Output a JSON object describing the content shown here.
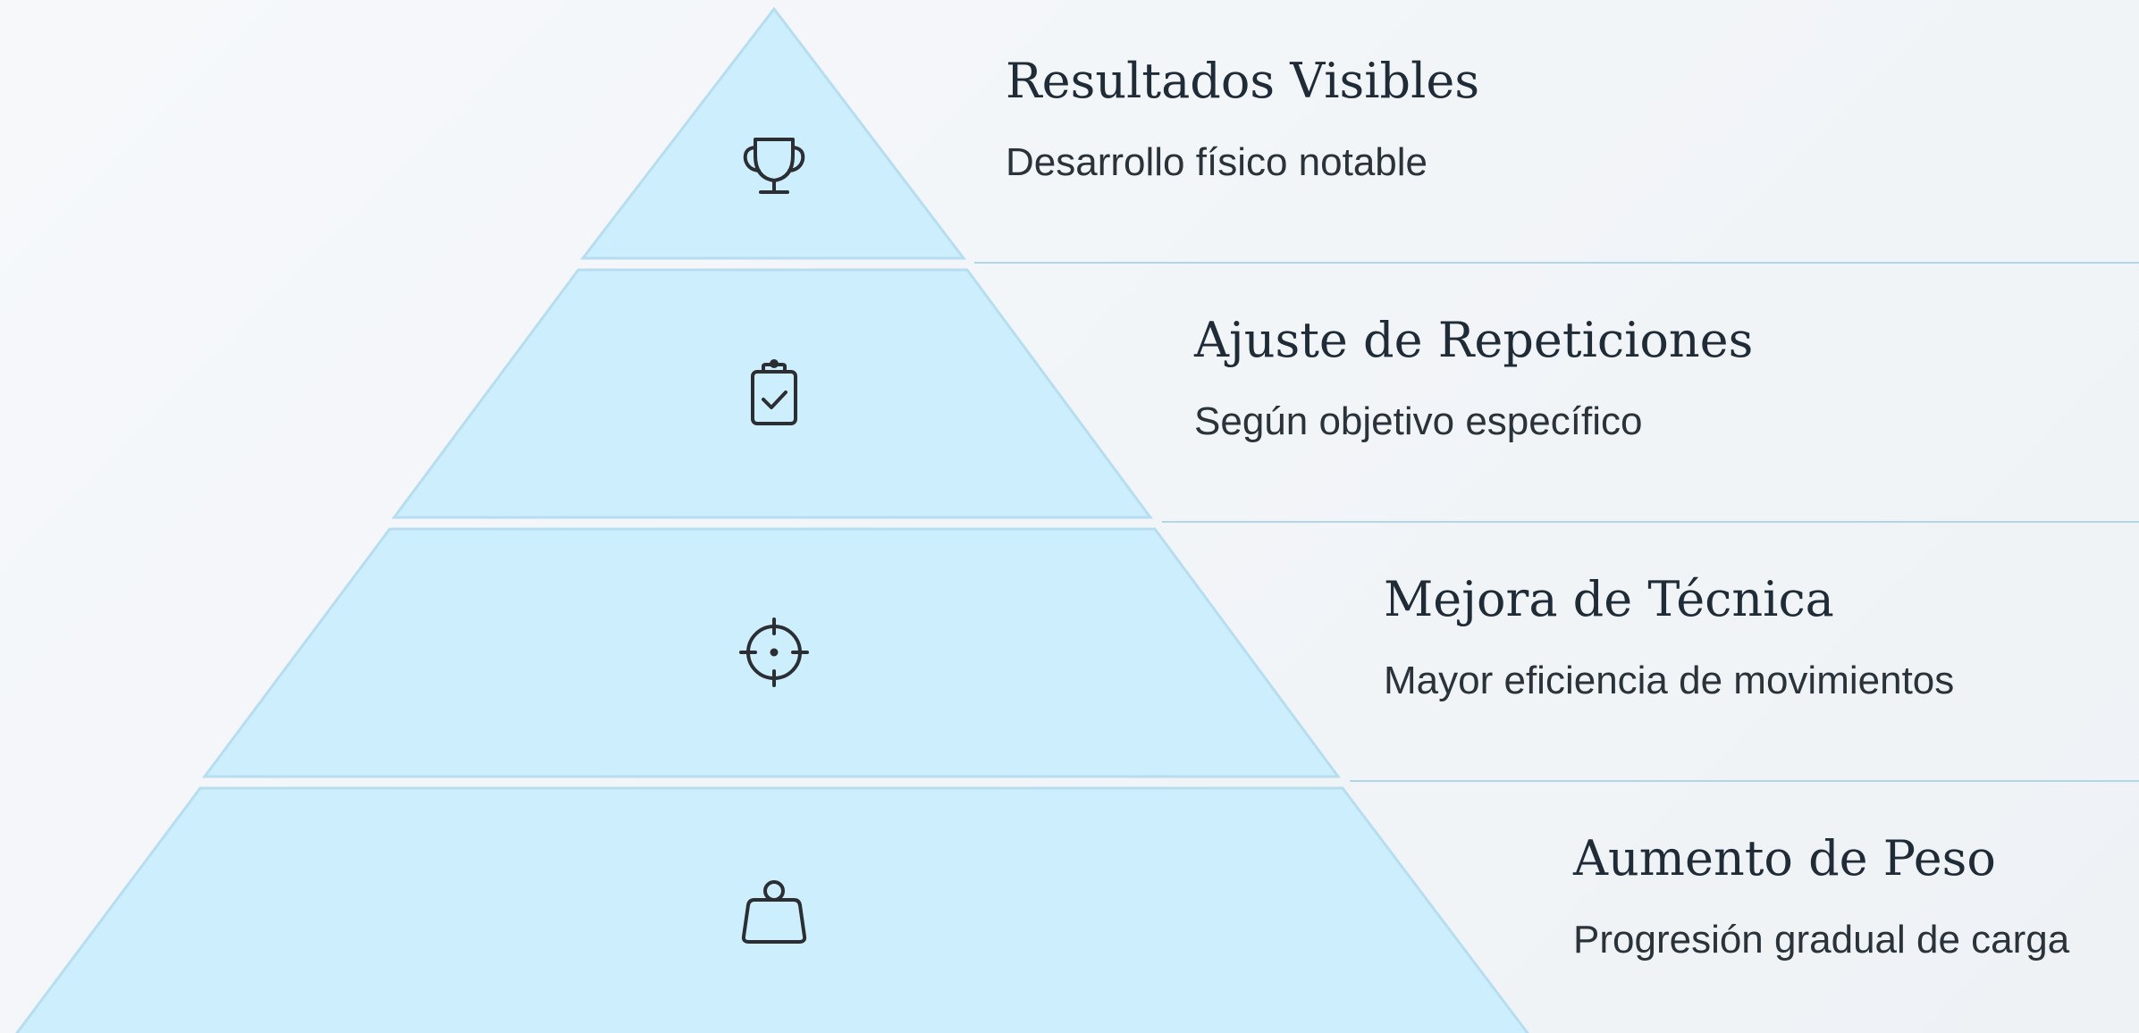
{
  "pyramid": {
    "levels": [
      {
        "title": "Resultados Visibles",
        "description": "Desarrollo físico notable",
        "icon": "trophy-icon"
      },
      {
        "title": "Ajuste de Repeticiones",
        "description": "Según objetivo específico",
        "icon": "clipboard-check-icon"
      },
      {
        "title": "Mejora de Técnica",
        "description": "Mayor eficiencia de movimientos",
        "icon": "crosshair-icon"
      },
      {
        "title": "Aumento de Peso",
        "description": "Progresión gradual de carga",
        "icon": "kettlebell-icon"
      }
    ],
    "colors": {
      "fill": "#cdeefc",
      "stroke": "#b7ddf0",
      "divider": "#b3d5ea",
      "icon": "#2b2f33",
      "title": "#1f2b36",
      "text": "#2a323a"
    }
  }
}
